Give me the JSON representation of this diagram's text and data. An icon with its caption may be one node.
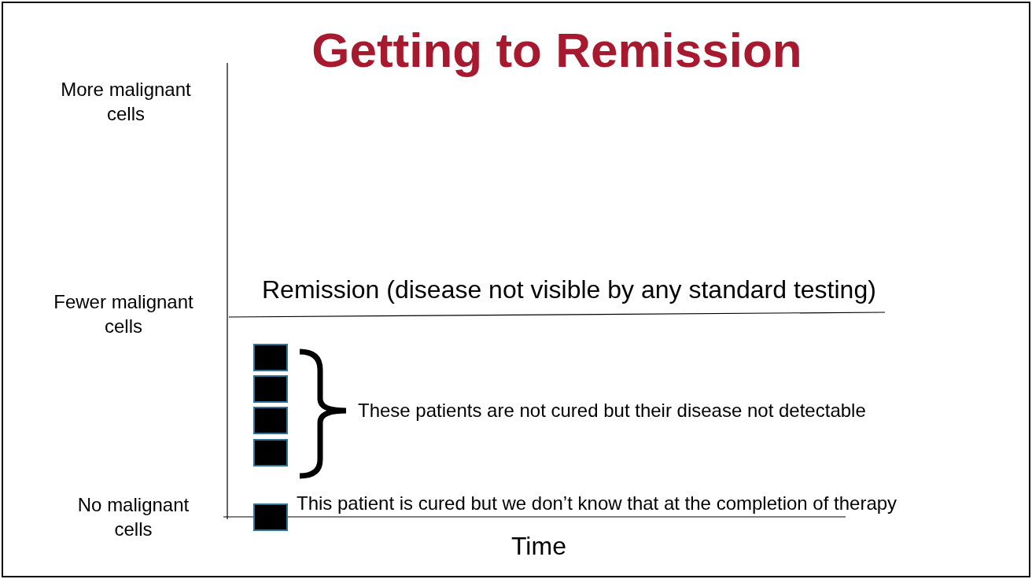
{
  "diagram": {
    "title": "Getting to Remission",
    "nodes": [
      {
        "text": [],
        "shape": "box"
      },
      {
        "text": [],
        "shape": "box"
      },
      {
        "text": [],
        "shape": "box"
      },
      {
        "text": [],
        "shape": "box"
      },
      {
        "text": [],
        "shape": "box"
      }
    ],
    "edges": [],
    "labels": [
      "More malignant cells",
      "Remission (disease not visible by any standard testing)",
      "Fewer malignant cells",
      "These patients are not cured but their disease not detectable",
      "No malignant cells",
      "This patient is cured but we don’t know that at the completion of therapy",
      "Time"
    ]
  }
}
